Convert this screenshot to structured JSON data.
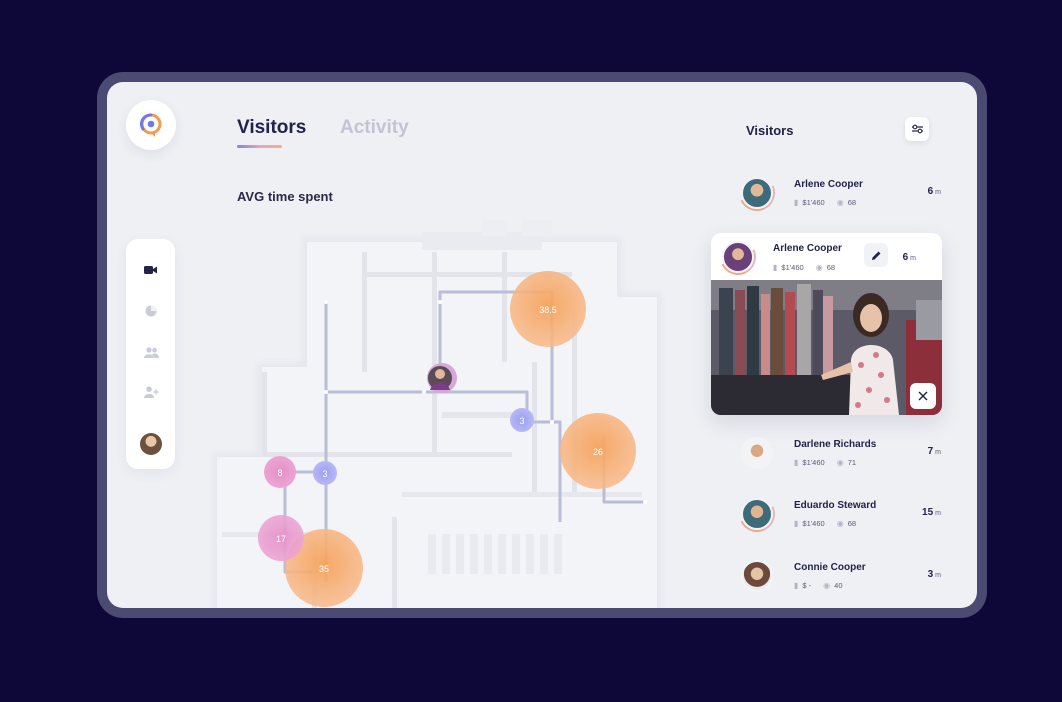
{
  "tabs": [
    {
      "label": "Visitors",
      "active": true
    },
    {
      "label": "Activity",
      "active": false
    }
  ],
  "section_title": "AVG time spent",
  "sidebar": {
    "items": [
      {
        "icon": "video-camera-icon",
        "active": true
      },
      {
        "icon": "pie-chart-icon",
        "active": false
      },
      {
        "icon": "users-icon",
        "active": false
      },
      {
        "icon": "add-user-icon",
        "active": false
      }
    ]
  },
  "map": {
    "bubbles": [
      {
        "label": "38.5",
        "kind": "orange"
      },
      {
        "label": "26",
        "kind": "orange"
      },
      {
        "label": "35",
        "kind": "orange"
      },
      {
        "label": "17",
        "kind": "pink"
      },
      {
        "label": "8",
        "kind": "pink"
      },
      {
        "label": "3",
        "kind": "blue"
      },
      {
        "label": "3",
        "kind": "blue"
      }
    ]
  },
  "right_panel": {
    "title": "Visitors",
    "visitors": [
      {
        "name": "Arlene Cooper",
        "spent": "$1'460",
        "views": "68",
        "time": "6",
        "unit": "m"
      },
      {
        "name": "Darlene Richards",
        "spent": "$1'460",
        "views": "71",
        "time": "7",
        "unit": "m"
      },
      {
        "name": "Eduardo Steward",
        "spent": "$1'460",
        "views": "68",
        "time": "15",
        "unit": "m"
      },
      {
        "name": "Connie Cooper",
        "spent": "$ -",
        "views": "40",
        "time": "3",
        "unit": "m"
      }
    ],
    "selected": {
      "name": "Arlene Cooper",
      "spent": "$1'460",
      "views": "68",
      "time": "6",
      "unit": "m"
    }
  },
  "colors": {
    "background": "#0d0838",
    "orange_bubble": "#f6a968",
    "pink_bubble": "#e58fc8",
    "blue_bubble": "#a5a8f2",
    "route": "#b9bdd6"
  }
}
